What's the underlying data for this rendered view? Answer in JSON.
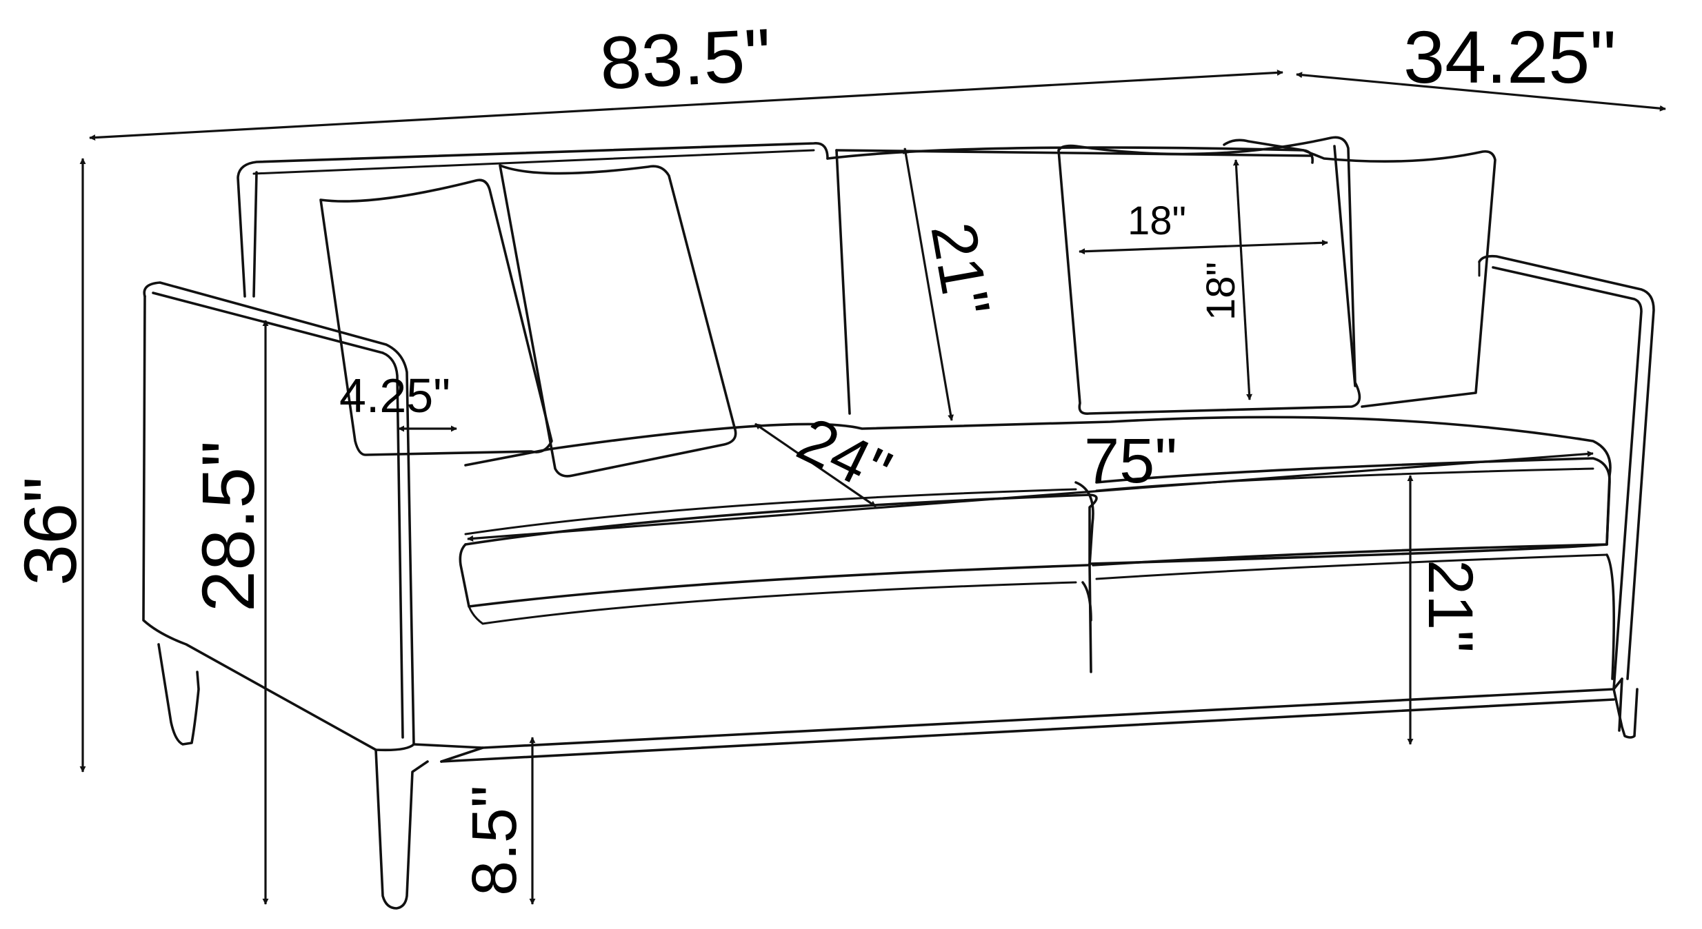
{
  "diagram": {
    "subject_icon": "sofa-line-drawing",
    "ink_color": "#111111",
    "background_color": "#ffffff",
    "dimensions": {
      "overall_width": "83.5\"",
      "overall_depth": "34.25\"",
      "overall_height": "36\"",
      "arm_height": "28.5\"",
      "arm_width": "4.25\"",
      "back_cushion_height": "21\"",
      "pillow_width": "18\"",
      "pillow_height": "18\"",
      "seat_depth": "24\"",
      "seat_width": "75\"",
      "seat_height": "21\"",
      "leg_height": "8.5\""
    }
  }
}
